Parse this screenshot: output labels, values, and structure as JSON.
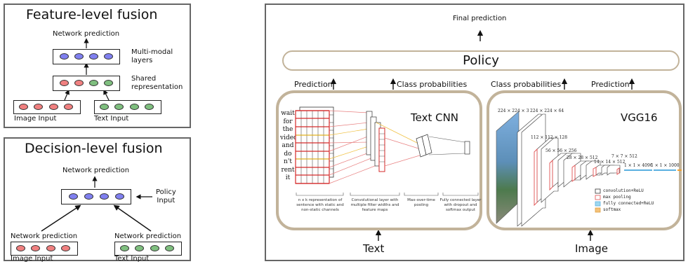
{
  "feature_panel": {
    "title": "Feature-level fusion",
    "network_prediction": "Network prediction",
    "multimodal_label_1": "Multi-modal",
    "multimodal_label_2": "layers",
    "shared_label_1": "Shared",
    "shared_label_2": "representation",
    "image_input": "Image Input",
    "text_input": "Text Input"
  },
  "decision_panel": {
    "title": "Decision-level fusion",
    "network_prediction_top": "Network prediction",
    "policy_input_1": "Policy",
    "policy_input_2": "Input",
    "network_prediction_left": "Network prediction",
    "network_prediction_right": "Network prediction",
    "image_input": "Image Input",
    "text_input": "Text Input"
  },
  "main_panel": {
    "final_prediction": "Final prediction",
    "policy": "Policy",
    "prediction_left": "Prediction",
    "class_probabilities_left": "Class probabilities",
    "class_probabilities_right": "Class probabilities",
    "prediction_right": "Prediction",
    "text_cnn_title": "Text CNN",
    "vgg_title": "VGG16",
    "text_label": "Text",
    "image_label": "Image",
    "sentence_words": [
      "wait",
      "for",
      "the",
      "video",
      "and",
      "do",
      "n't",
      "rent",
      "it"
    ],
    "cnn_captions": [
      [
        "n x k representation of",
        "sentence with static and",
        "non-static channels"
      ],
      [
        "Convolutional layer with",
        "multiple filter widths and",
        "feature maps"
      ],
      [
        "Max-over-time",
        "pooling"
      ],
      [
        "Fully connected layer",
        "with dropout and",
        "softmax output"
      ]
    ],
    "vgg_dims": [
      "224 × 224 × 3",
      "224 × 224 × 64",
      "112 × 112 × 128",
      "56 × 56 × 256",
      "28 × 28 × 512",
      "14 × 14 × 512",
      "7 × 7 × 512",
      "1 × 1 × 4096",
      "1 × 1 × 1000"
    ],
    "vgg_legend": [
      "convolution+ReLU",
      "max pooling",
      "fully connected+ReLU",
      "softmax"
    ],
    "legend_colors": [
      "#ffffff",
      "#f08080",
      "#9fd8f0",
      "#f5c27a"
    ]
  }
}
